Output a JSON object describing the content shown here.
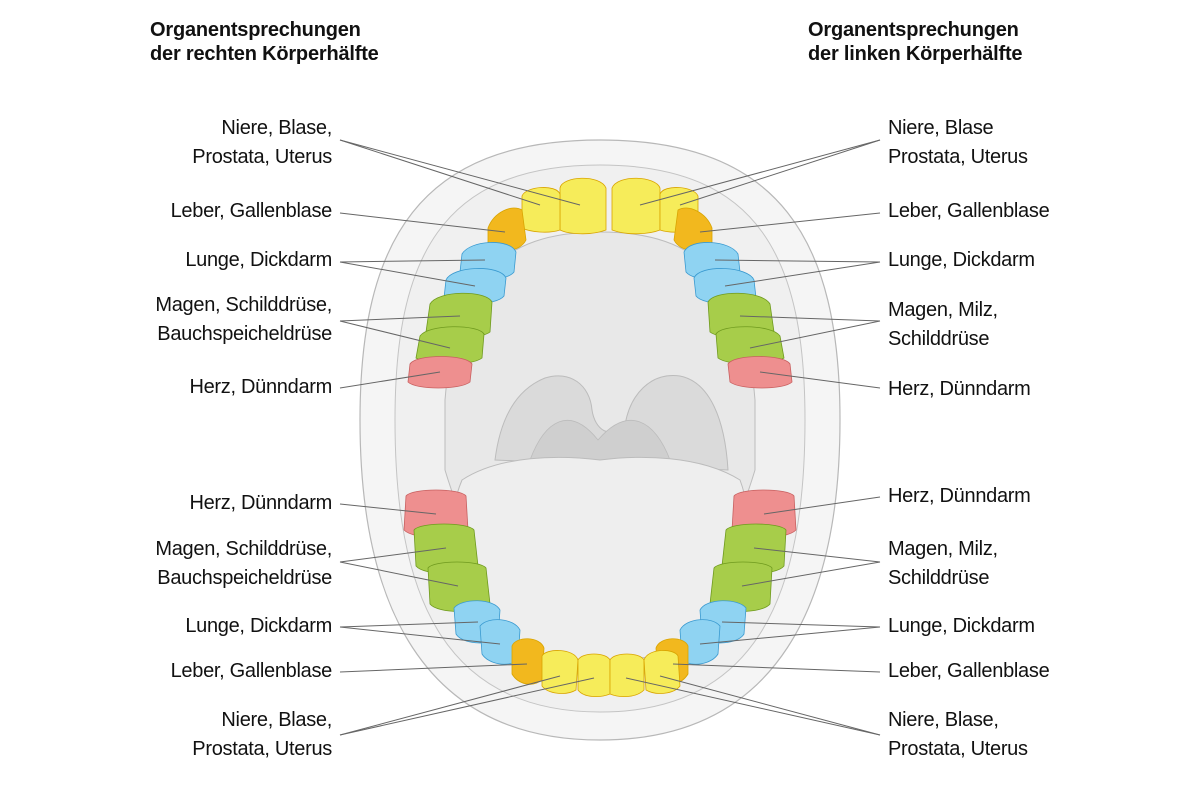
{
  "headings": {
    "right_half": {
      "line1": "Organentsprechungen",
      "line2": "der rechten Körperhälfte"
    },
    "left_half": {
      "line1": "Organentsprechungen",
      "line2": "der linken Körperhälfte"
    }
  },
  "colors": {
    "incisors": "#f6ec5a",
    "canines": "#f2b81e",
    "premolars": "#8fd3f2",
    "molars": "#a7cd4a",
    "wisdom_teeth": "#ee8f8f",
    "mouth_outline": "#f3f3f3",
    "palate": "#dedede",
    "tongue": "#ececec"
  },
  "labels": {
    "upper_left": [
      {
        "line1": "Niere, Blase,",
        "line2": "Prostata, Uterus"
      },
      {
        "line1": "Leber, Gallenblase"
      },
      {
        "line1": "Lunge, Dickdarm"
      },
      {
        "line1": "Magen, Schilddrüse,",
        "line2": "Bauchspeicheldrüse"
      },
      {
        "line1": "Herz, Dünndarm"
      }
    ],
    "upper_right": [
      {
        "line1": "Niere, Blase",
        "line2": "Prostata, Uterus"
      },
      {
        "line1": "Leber, Gallenblase"
      },
      {
        "line1": "Lunge, Dickdarm"
      },
      {
        "line1": "Magen, Milz,",
        "line2": "Schilddrüse"
      },
      {
        "line1": "Herz, Dünndarm"
      }
    ],
    "lower_left": [
      {
        "line1": "Herz, Dünndarm"
      },
      {
        "line1": "Magen, Schilddrüse,",
        "line2": "Bauchspeicheldrüse"
      },
      {
        "line1": "Lunge, Dickdarm"
      },
      {
        "line1": "Leber, Gallenblase"
      },
      {
        "line1": "Niere, Blase,",
        "line2": "Prostata, Uterus"
      }
    ],
    "lower_right": [
      {
        "line1": "Herz, Dünndarm"
      },
      {
        "line1": "Magen, Milz,",
        "line2": "Schilddrüse"
      },
      {
        "line1": "Lunge, Dickdarm"
      },
      {
        "line1": "Leber, Gallenblase"
      },
      {
        "line1": "Niere, Blase,",
        "line2": "Prostata, Uterus"
      }
    ]
  }
}
